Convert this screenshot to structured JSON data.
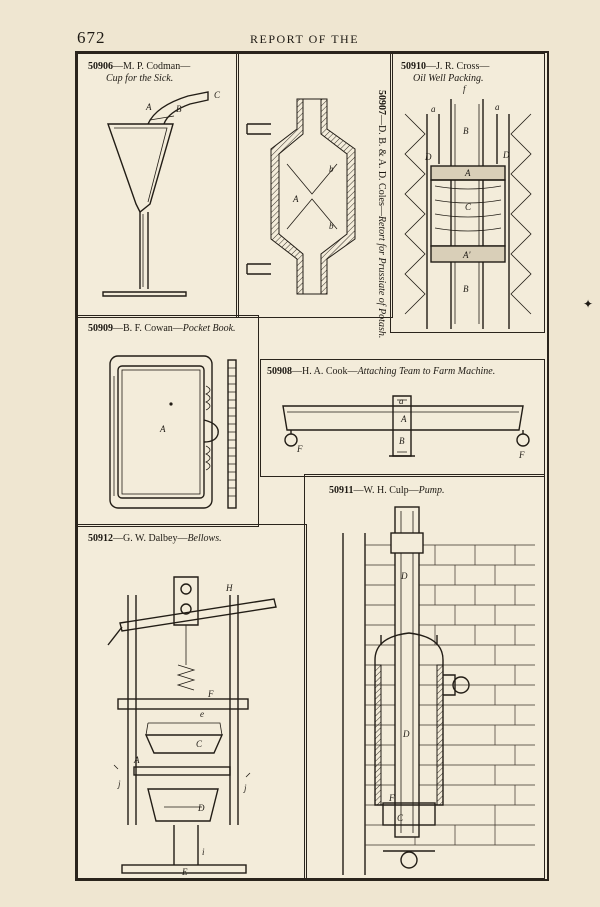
{
  "header": {
    "page_number": "672",
    "running_title": "REPORT OF THE"
  },
  "figures": [
    {
      "id": "50906",
      "sep": "—",
      "name": "M. P. Codman—",
      "title": "Cup for the Sick.",
      "labels": [
        "A",
        "B",
        "C"
      ]
    },
    {
      "id": "50907",
      "sep": "—",
      "name": "D. B. & A. D. Coles—",
      "title": "Retort for Prussiate of Potash.",
      "labels": [
        "A",
        "b",
        "b"
      ]
    },
    {
      "id": "50910",
      "sep": "—",
      "name": "J. R. Cross—",
      "title": "Oil Well Packing.",
      "labels": [
        "f",
        "a",
        "a",
        "B",
        "D",
        "D",
        "A",
        "C",
        "A'",
        "B"
      ]
    },
    {
      "id": "50909",
      "sep": "—",
      "name": "B. F. Cowan—",
      "title": "Pocket Book.",
      "labels": [
        "A"
      ]
    },
    {
      "id": "50908",
      "sep": "—",
      "name": "H. A. Cook—",
      "title": "Attaching Team to Farm Machine.",
      "labels": [
        "a",
        "A",
        "B",
        "F",
        "F"
      ]
    },
    {
      "id": "50911",
      "sep": "—",
      "name": "W. H. Culp—",
      "title": "Pump.",
      "labels": [
        "D",
        "D",
        "F",
        "C"
      ]
    },
    {
      "id": "50912",
      "sep": "—",
      "name": "G. W. Dalbey—",
      "title": "Bellows.",
      "labels": [
        "H",
        "F",
        "e",
        "C",
        "A",
        "j",
        "j",
        "D",
        "i",
        "E"
      ]
    }
  ],
  "colors": {
    "paper": "#efe6d1",
    "ink": "#1e1a14"
  }
}
